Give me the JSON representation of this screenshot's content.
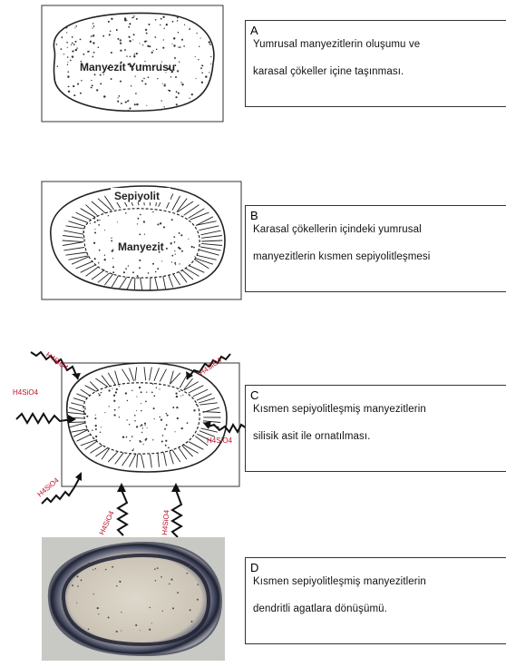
{
  "panels": [
    {
      "letter": "A",
      "lines": [
        "Yumrusal manyezitlerin oluşumu ve",
        "karasal çökeller içine taşınması."
      ]
    },
    {
      "letter": "B",
      "lines": [
        "Karasal çökellerin içindeki yumrusal",
        "manyezitlerin kısmen sepiyolitleşmesi"
      ]
    },
    {
      "letter": "C",
      "lines": [
        "Kısmen sepiyolitleşmiş manyezitlerin",
        "silisik asit ile ornatılması."
      ]
    },
    {
      "letter": "D",
      "lines": [
        "Kısmen sepiyolitleşmiş manyezitlerin",
        "dendritli agatlara dönüşümü."
      ]
    }
  ],
  "labels": {
    "nodule_a": "Manyezit Yumrusu",
    "sepiolite_b": "Sepiyolit",
    "magnesite_b": "Manyezit",
    "acid": "H4SiO4"
  },
  "colors": {
    "outline": "#222222",
    "acid_text": "#c0102a",
    "photo_bg": "#c8c8c4",
    "agate_center": "#d8d2c6",
    "agate_band": "#2a2a3a"
  }
}
